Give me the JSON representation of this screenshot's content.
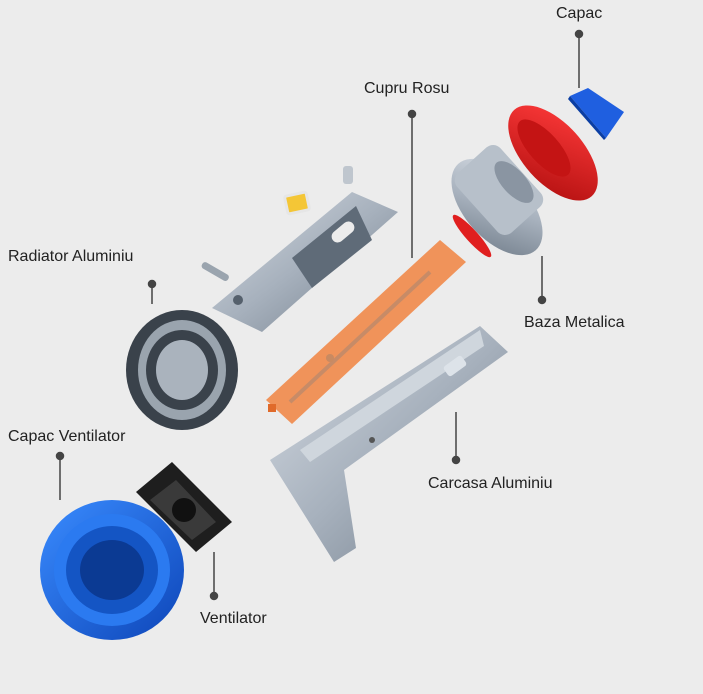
{
  "labels": {
    "capac": "Capac",
    "cupru_rosu": "Cupru Rosu",
    "radiator_aluminiu": "Radiator Aluminiu",
    "baza_metalica": "Baza Metalica",
    "capac_ventilator": "Capac Ventilator",
    "carcasa_aluminiu": "Carcasa Aluminiu",
    "ventilator": "Ventilator"
  },
  "colors": {
    "background": "#ececec",
    "capac": "#1f5fe0",
    "red_ring": "#e01f1f",
    "copper": "#f0935a",
    "aluminium": "#a9b4c0",
    "fan_cover": "#1a6fd8",
    "fan": "#1e1e1e",
    "leader": "#444444"
  }
}
